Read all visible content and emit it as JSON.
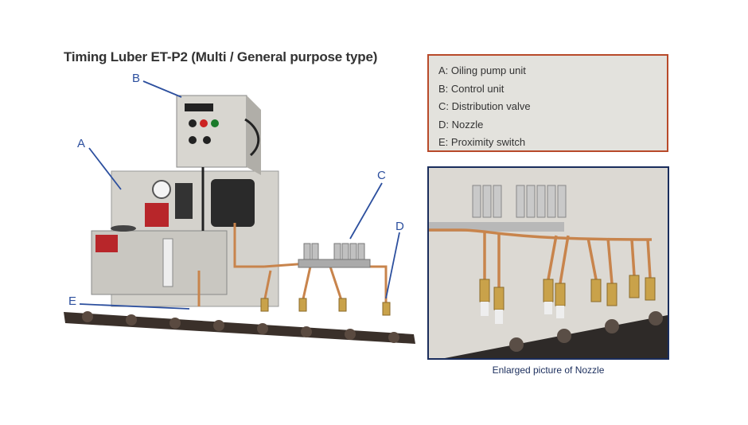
{
  "title": "Timing Luber ET-P2 (Multi / General purpose type)",
  "legend": {
    "items": [
      "A: Oiling pump unit",
      "B: Control unit",
      "C: Distribution valve",
      "D: Nozzle",
      "E: Proximity switch"
    ]
  },
  "callouts": {
    "a": "A",
    "b": "B",
    "c": "C",
    "d": "D",
    "e": "E"
  },
  "photo_caption": "Enlarged picture of Nozzle",
  "colors": {
    "legend_border": "#b84a2a",
    "photo_border": "#1a2d5c",
    "callout": "#2c4f9e",
    "copper": "#c8844c"
  }
}
